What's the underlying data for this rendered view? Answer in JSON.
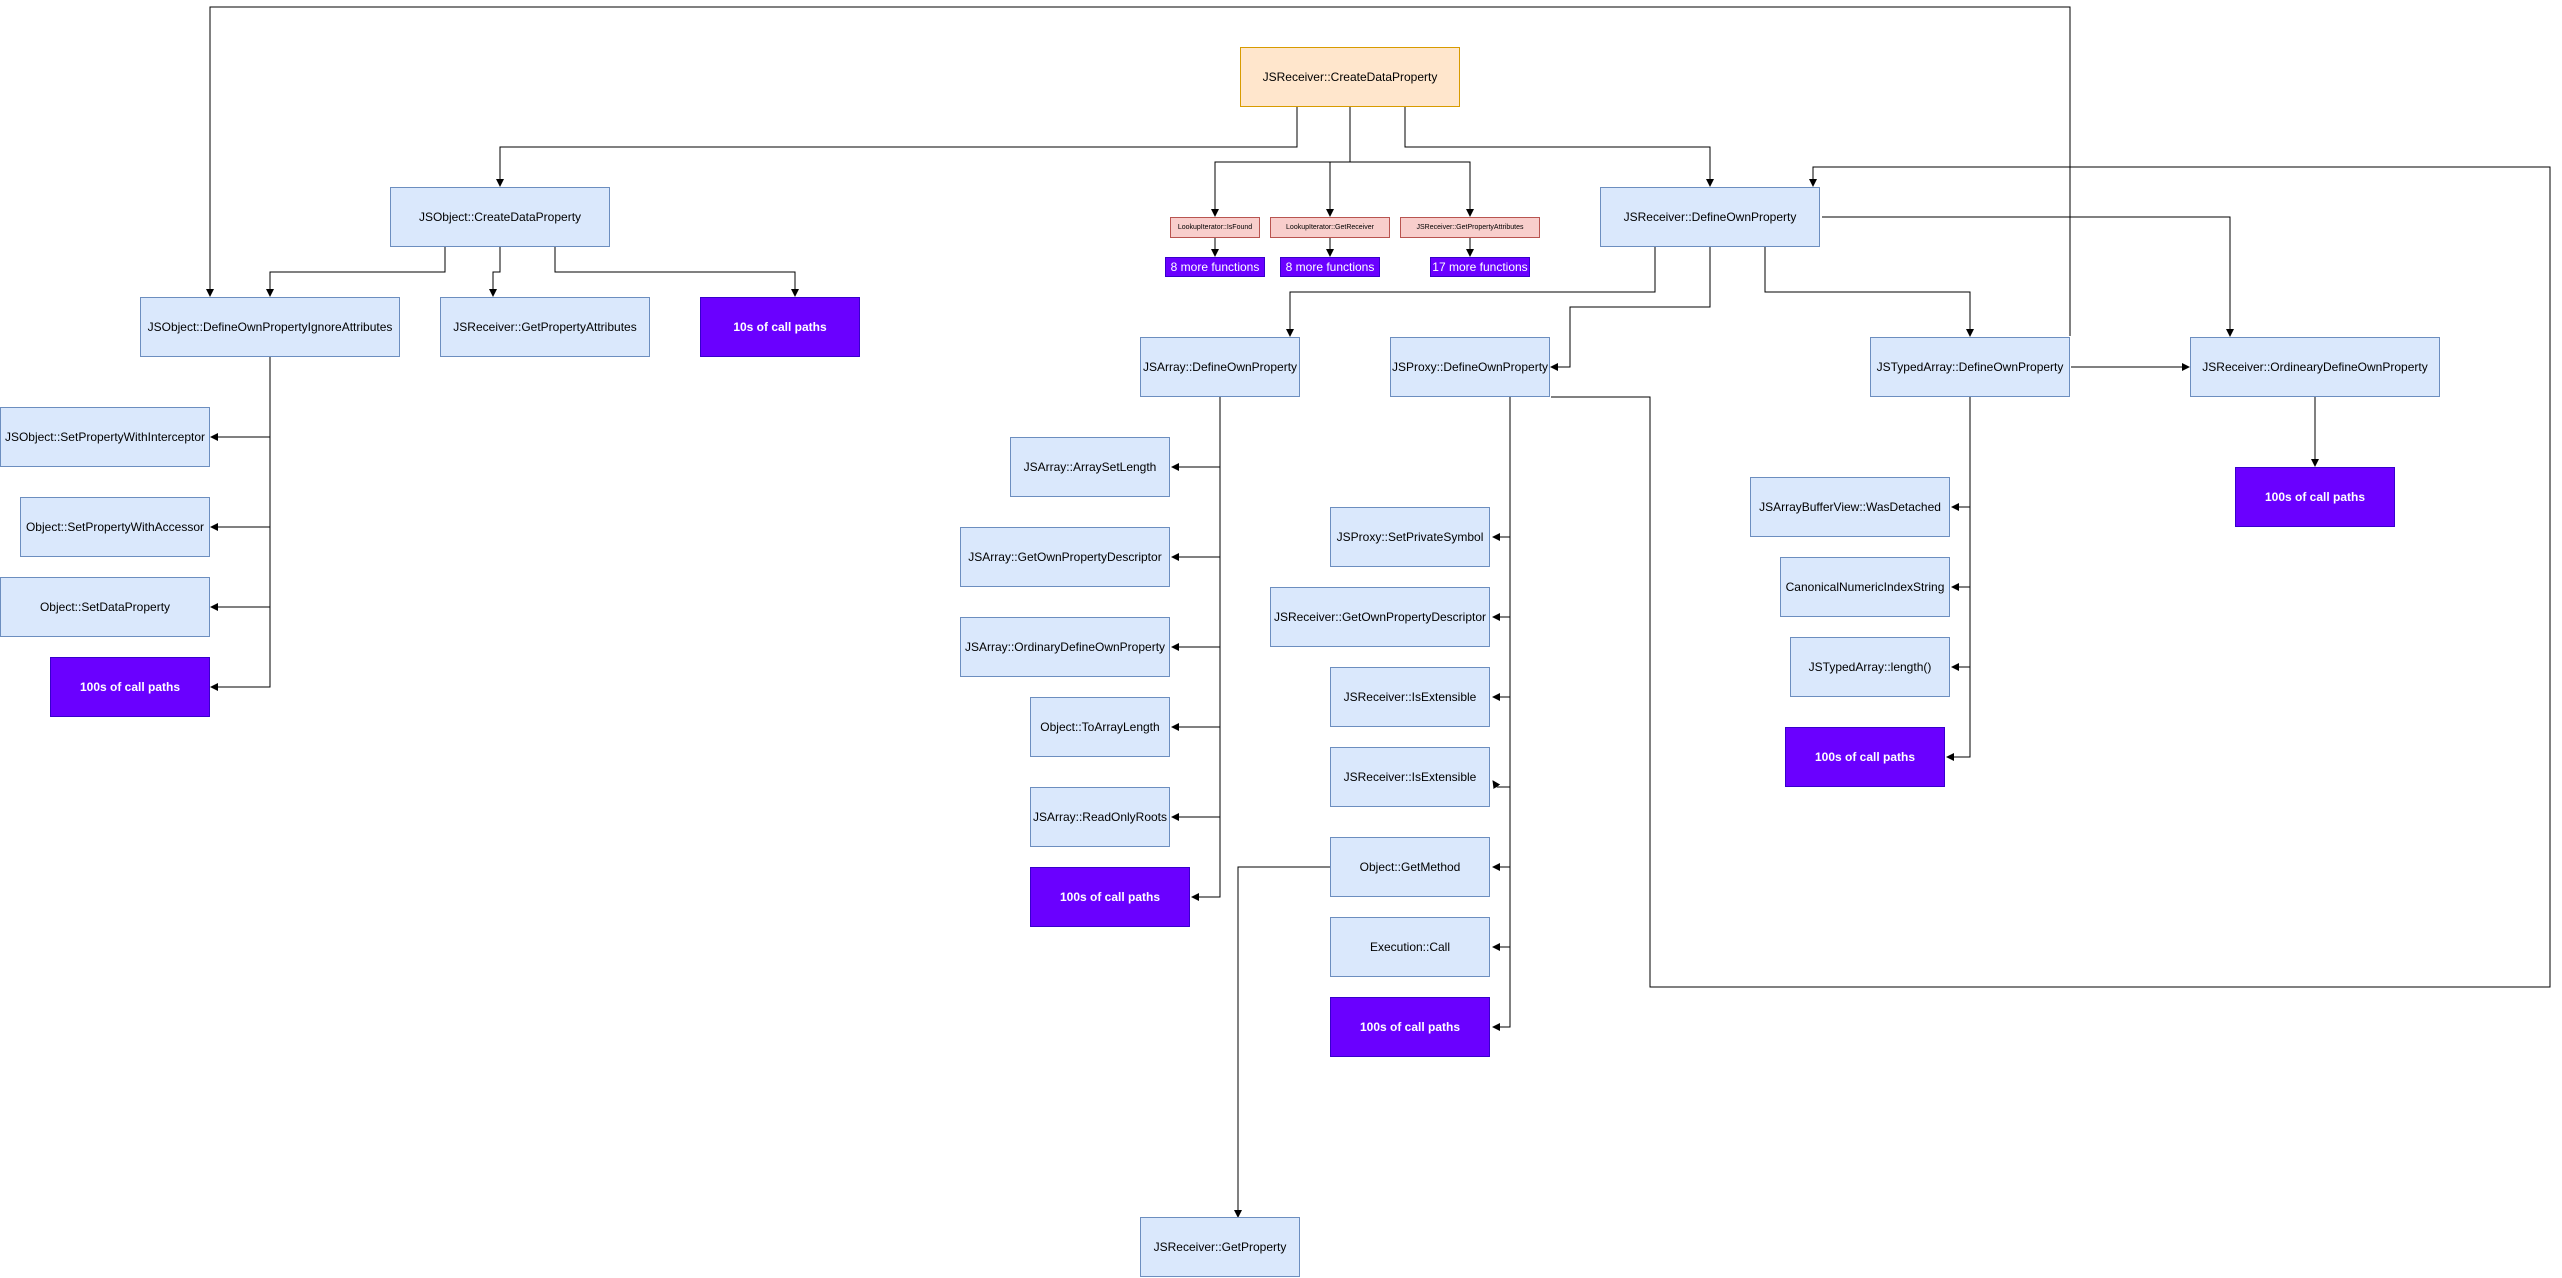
{
  "colors": {
    "function": "#dae8fc",
    "root": "#ffe6cc",
    "lookup": "#f8cecc",
    "call_paths": "#6a00ff"
  },
  "nodes": {
    "root": "JSReceiver::CreateDataProperty",
    "jsobject_create_data_property": "JSObject::CreateDataProperty",
    "lookup_is_found": "LookupIterator::IsFound",
    "lookup_get_receiver": "LookupIterator::GetReceiver",
    "receiver_get_property_attributes_small": "JSReceiver::GetPropertyAttributes",
    "more_8_a": "8 more functions",
    "more_8_b": "8 more functions",
    "more_17": "17 more functions",
    "receiver_define_own_property": "JSReceiver::DefineOwnProperty",
    "jsobject_define_own_property_ignore_attributes": "JSObject::DefineOwnPropertyIgnoreAttributes",
    "receiver_get_property_attributes": "JSReceiver::GetPropertyAttributes",
    "tens_of_call_paths": "10s of call paths",
    "jsobject_set_property_with_interceptor": "JSObject::SetPropertyWithInterceptor",
    "object_set_property_with_accessor": "Object::SetPropertyWithAccessor",
    "object_set_data_property": "Object::SetDataProperty",
    "paths_left": "100s of call paths",
    "jsarray_define_own_property": "JSArray::DefineOwnProperty",
    "jsarray_array_set_length": "JSArray::ArraySetLength",
    "jsarray_get_own_property_descriptor": "JSArray::GetOwnPropertyDescriptor",
    "jsarray_ordinary_define_own_property": "JSArray::OrdinaryDefineOwnProperty",
    "object_to_array_length": "Object::ToArrayLength",
    "jsarray_read_only_roots": "JSArray::ReadOnlyRoots",
    "paths_array": "100s of call paths",
    "jsproxy_define_own_property": "JSProxy::DefineOwnProperty",
    "jsproxy_set_private_symbol": "JSProxy::SetPrivateSymbol",
    "receiver_get_own_property_descriptor": "JSReceiver::GetOwnPropertyDescriptor",
    "receiver_is_extensible_1": "JSReceiver::IsExtensible",
    "receiver_is_extensible_2": "JSReceiver::IsExtensible",
    "object_get_method": "Object::GetMethod",
    "execution_call": "Execution::Call",
    "paths_proxy": "100s of call paths",
    "receiver_get_property": "JSReceiver::GetProperty",
    "jstypedarray_define_own_property": "JSTypedArray::DefineOwnProperty",
    "jsarraybufferview_was_detached": "JSArrayBufferView::WasDetached",
    "canonical_numeric_index_string": "CanonicalNumericIndexString",
    "jstypedarray_length": "JSTypedArray::length()",
    "paths_typed": "100s of call paths",
    "receiver_ordinary_define_own_property": "JSReceiver::OrdinearyDefineOwnProperty",
    "paths_ordinary": "100s of call paths"
  }
}
